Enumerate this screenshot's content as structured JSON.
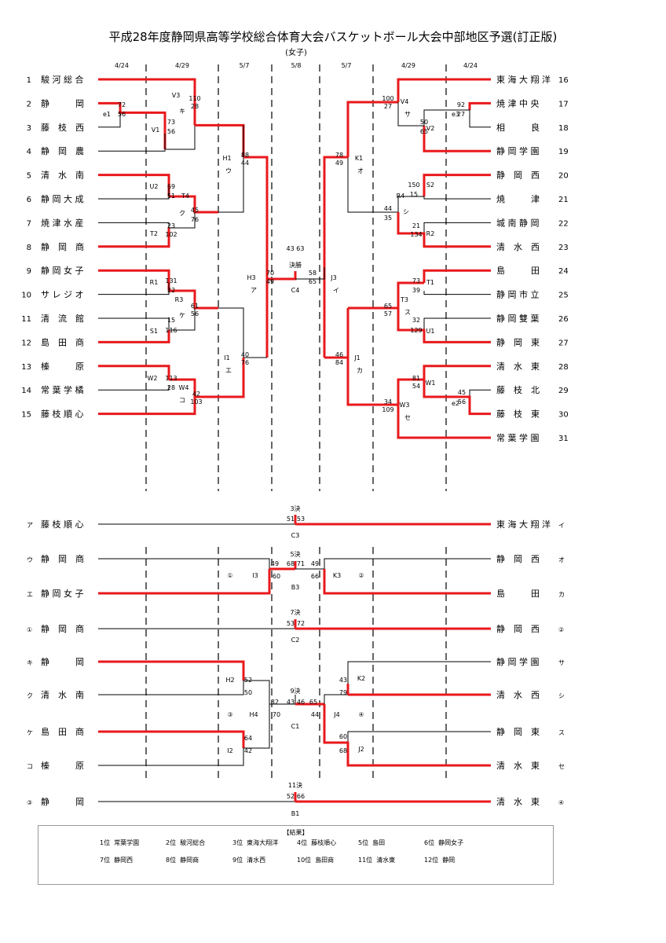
{
  "title": "平成28年度静岡県高等学校総合体育大会バスケットボール大会中部地区予選(訂正版)",
  "subtitle": "(女子)",
  "dates": [
    "4/24",
    "4/29",
    "5/7",
    "5/8",
    "5/7",
    "4/29",
    "4/24"
  ],
  "left_teams": [
    {
      "no": "1",
      "name": "駿 河 総 合"
    },
    {
      "no": "2",
      "name": "静　　　岡"
    },
    {
      "no": "3",
      "name": "藤　枝　西"
    },
    {
      "no": "4",
      "name": "静　岡　農"
    },
    {
      "no": "5",
      "name": "清　水　南"
    },
    {
      "no": "6",
      "name": "静 岡 大 成"
    },
    {
      "no": "7",
      "name": "焼 津 水 産"
    },
    {
      "no": "8",
      "name": "静　岡　商"
    },
    {
      "no": "9",
      "name": "静 岡 女 子"
    },
    {
      "no": "10",
      "name": "サ レ ジ オ"
    },
    {
      "no": "11",
      "name": "清　流　館"
    },
    {
      "no": "12",
      "name": "島　田　商"
    },
    {
      "no": "13",
      "name": "榛　　　原"
    },
    {
      "no": "14",
      "name": "常 葉 学 橘"
    },
    {
      "no": "15",
      "name": "藤 枝 順 心"
    }
  ],
  "right_teams": [
    {
      "no": "16",
      "name": "東 海 大 翔 洋"
    },
    {
      "no": "17",
      "name": "焼 津 中 央"
    },
    {
      "no": "18",
      "name": "相　　　良"
    },
    {
      "no": "19",
      "name": "静 岡 学 園"
    },
    {
      "no": "20",
      "name": "静　岡　西"
    },
    {
      "no": "21",
      "name": "焼　　　津"
    },
    {
      "no": "22",
      "name": "城 南 静 岡"
    },
    {
      "no": "23",
      "name": "清　水　西"
    },
    {
      "no": "24",
      "name": "島　　　田"
    },
    {
      "no": "25",
      "name": "静 岡 市 立"
    },
    {
      "no": "26",
      "name": "静 岡 雙 葉"
    },
    {
      "no": "27",
      "name": "静　岡　東"
    },
    {
      "no": "28",
      "name": "清　水　東"
    },
    {
      "no": "29",
      "name": "藤　枝　北"
    },
    {
      "no": "30",
      "name": "藤　枝　東"
    },
    {
      "no": "31",
      "name": "常 葉 学 園"
    }
  ],
  "main_labels": [
    {
      "t": "e1"
    },
    {
      "t": "V1"
    },
    {
      "t": "V3"
    },
    {
      "t": "キ"
    },
    {
      "t": "U2"
    },
    {
      "t": "T4"
    },
    {
      "t": "ク"
    },
    {
      "t": "T2"
    },
    {
      "t": "R1"
    },
    {
      "t": "R3"
    },
    {
      "t": "ケ"
    },
    {
      "t": "S1"
    },
    {
      "t": "W2"
    },
    {
      "t": "W4"
    },
    {
      "t": "コ"
    },
    {
      "t": "H1"
    },
    {
      "t": "ウ"
    },
    {
      "t": "I1"
    },
    {
      "t": "エ"
    },
    {
      "t": "H3"
    },
    {
      "t": "ア"
    },
    {
      "t": "決勝"
    },
    {
      "t": "C4"
    },
    {
      "t": "J3"
    },
    {
      "t": "イ"
    },
    {
      "t": "K1"
    },
    {
      "t": "オ"
    },
    {
      "t": "J1"
    },
    {
      "t": "カ"
    },
    {
      "t": "V4"
    },
    {
      "t": "サ"
    },
    {
      "t": "V2"
    },
    {
      "t": "e3"
    },
    {
      "t": "R4"
    },
    {
      "t": "シ"
    },
    {
      "t": "S2"
    },
    {
      "t": "R2"
    },
    {
      "t": "T1"
    },
    {
      "t": "T3"
    },
    {
      "t": "ス"
    },
    {
      "t": "U1"
    },
    {
      "t": "W1"
    },
    {
      "t": "W3"
    },
    {
      "t": "セ"
    },
    {
      "t": "e2"
    }
  ],
  "main_scores": [
    {
      "t": "72"
    },
    {
      "t": "56"
    },
    {
      "t": "73"
    },
    {
      "t": "56"
    },
    {
      "t": "110"
    },
    {
      "t": "28"
    },
    {
      "t": "69"
    },
    {
      "t": "51"
    },
    {
      "t": "23"
    },
    {
      "t": "102"
    },
    {
      "t": "45"
    },
    {
      "t": "76"
    },
    {
      "t": "131"
    },
    {
      "t": "22"
    },
    {
      "t": "15"
    },
    {
      "t": "116"
    },
    {
      "t": "61"
    },
    {
      "t": "56"
    },
    {
      "t": "113"
    },
    {
      "t": "28"
    },
    {
      "t": "42"
    },
    {
      "t": "103"
    },
    {
      "t": "88"
    },
    {
      "t": "44"
    },
    {
      "t": "40"
    },
    {
      "t": "76"
    },
    {
      "t": "70"
    },
    {
      "t": "49"
    },
    {
      "t": "43 63"
    },
    {
      "t": "58"
    },
    {
      "t": "65"
    },
    {
      "t": "78"
    },
    {
      "t": "49"
    },
    {
      "t": "46"
    },
    {
      "t": "84"
    },
    {
      "t": "100"
    },
    {
      "t": "27"
    },
    {
      "t": "92"
    },
    {
      "t": "27"
    },
    {
      "t": "50"
    },
    {
      "t": "65"
    },
    {
      "t": "150"
    },
    {
      "t": "15"
    },
    {
      "t": "44"
    },
    {
      "t": "35"
    },
    {
      "t": "21"
    },
    {
      "t": "134"
    },
    {
      "t": "73"
    },
    {
      "t": "39"
    },
    {
      "t": "65"
    },
    {
      "t": "57"
    },
    {
      "t": "32"
    },
    {
      "t": "129"
    },
    {
      "t": "81"
    },
    {
      "t": "54"
    },
    {
      "t": "45"
    },
    {
      "t": "56"
    },
    {
      "t": "34"
    },
    {
      "t": "109"
    }
  ],
  "placement": {
    "rows": [
      {
        "lm": "ア",
        "ln": "藤 枝 順 心",
        "rn": "東 海 大 翔 洋",
        "rm": "イ"
      },
      {
        "lm": "ウ",
        "ln": "静　岡　商",
        "rn": "静　岡　西",
        "rm": "オ"
      },
      {
        "lm": "エ",
        "ln": "静 岡 女 子",
        "rn": "島　　　田",
        "rm": "カ"
      },
      {
        "lm": "①",
        "ln": "静　岡　商",
        "rn": "静　岡　西",
        "rm": "②"
      },
      {
        "lm": "キ",
        "ln": "静　　　岡",
        "rn": "静 岡 学 園",
        "rm": "サ"
      },
      {
        "lm": "ク",
        "ln": "清　水　南",
        "rn": "清　水　西",
        "rm": "シ"
      },
      {
        "lm": "ケ",
        "ln": "島　田　商",
        "rn": "静　岡　東",
        "rm": "ス"
      },
      {
        "lm": "コ",
        "ln": "榛　　　原",
        "rn": "清　水　東",
        "rm": "セ"
      },
      {
        "lm": "③",
        "ln": "静　　　岡",
        "rn": "清　水　東",
        "rm": "④"
      }
    ],
    "labels": [
      {
        "t": "3決"
      },
      {
        "t": "C3"
      },
      {
        "t": "5決"
      },
      {
        "t": "B3"
      },
      {
        "t": "①"
      },
      {
        "t": "I3"
      },
      {
        "t": "K3"
      },
      {
        "t": "②"
      },
      {
        "t": "7決"
      },
      {
        "t": "C2"
      },
      {
        "t": "H2"
      },
      {
        "t": "③"
      },
      {
        "t": "H4"
      },
      {
        "t": "I2"
      },
      {
        "t": "9決"
      },
      {
        "t": "C1"
      },
      {
        "t": "K2"
      },
      {
        "t": "J4"
      },
      {
        "t": "④"
      },
      {
        "t": "J2"
      },
      {
        "t": "11決"
      },
      {
        "t": "B1"
      }
    ],
    "scores": [
      {
        "t": "51"
      },
      {
        "t": "53"
      },
      {
        "t": "49"
      },
      {
        "t": "60"
      },
      {
        "t": "68"
      },
      {
        "t": "71"
      },
      {
        "t": "49"
      },
      {
        "t": "66"
      },
      {
        "t": "53"
      },
      {
        "t": "72"
      },
      {
        "t": "52"
      },
      {
        "t": "50"
      },
      {
        "t": "64"
      },
      {
        "t": "42"
      },
      {
        "t": "32"
      },
      {
        "t": "70"
      },
      {
        "t": "43"
      },
      {
        "t": "46"
      },
      {
        "t": "65"
      },
      {
        "t": "43"
      },
      {
        "t": "79"
      },
      {
        "t": "44"
      },
      {
        "t": "60"
      },
      {
        "t": "68"
      },
      {
        "t": "52"
      },
      {
        "t": "66"
      }
    ]
  },
  "results": {
    "heading": "【結果】",
    "items": [
      {
        "place": "1位",
        "team": "常葉学園"
      },
      {
        "place": "2位",
        "team": "駿河総合"
      },
      {
        "place": "3位",
        "team": "東海大翔洋"
      },
      {
        "place": "4位",
        "team": "藤枝順心"
      },
      {
        "place": "5位",
        "team": "島田"
      },
      {
        "place": "6位",
        "team": "静岡女子"
      },
      {
        "place": "7位",
        "team": "静岡西"
      },
      {
        "place": "8位",
        "team": "静岡商"
      },
      {
        "place": "9位",
        "team": "清水西"
      },
      {
        "place": "10位",
        "team": "島田商"
      },
      {
        "place": "11位",
        "team": "清水東"
      },
      {
        "place": "12位",
        "team": "静岡"
      }
    ]
  },
  "colors": {
    "winner_line": "#e8191c",
    "line": "#000000",
    "dashed": "#000000"
  }
}
